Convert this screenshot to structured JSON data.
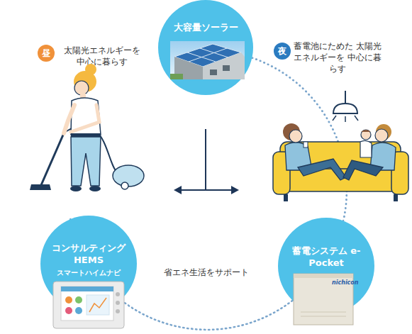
{
  "diagram": {
    "nodes": [
      {
        "text": [
          "大容量ソーラー"
        ]
      },
      {
        "text": [
          "昼",
          "太陽光エネルギーを 中心に暮らす"
        ]
      },
      {
        "text": [
          "夜",
          "蓄電池にためた 太陽光エネルギーを 中心に暮らす"
        ]
      },
      {
        "text": [
          "コンサルティング HEMS",
          "スマートハイムナビ"
        ]
      },
      {
        "text": [
          "蓄電システム e-Pocket"
        ]
      }
    ],
    "edges": [
      {
        "from": 0,
        "to": 4,
        "arrow": "none"
      },
      {
        "from": 4,
        "to": 3,
        "label": "省エネ生活をサポート",
        "arrow": "none"
      },
      {
        "from": 3,
        "to": 0,
        "arrow": "none"
      }
    ],
    "labels": [
      "nichicon"
    ]
  }
}
